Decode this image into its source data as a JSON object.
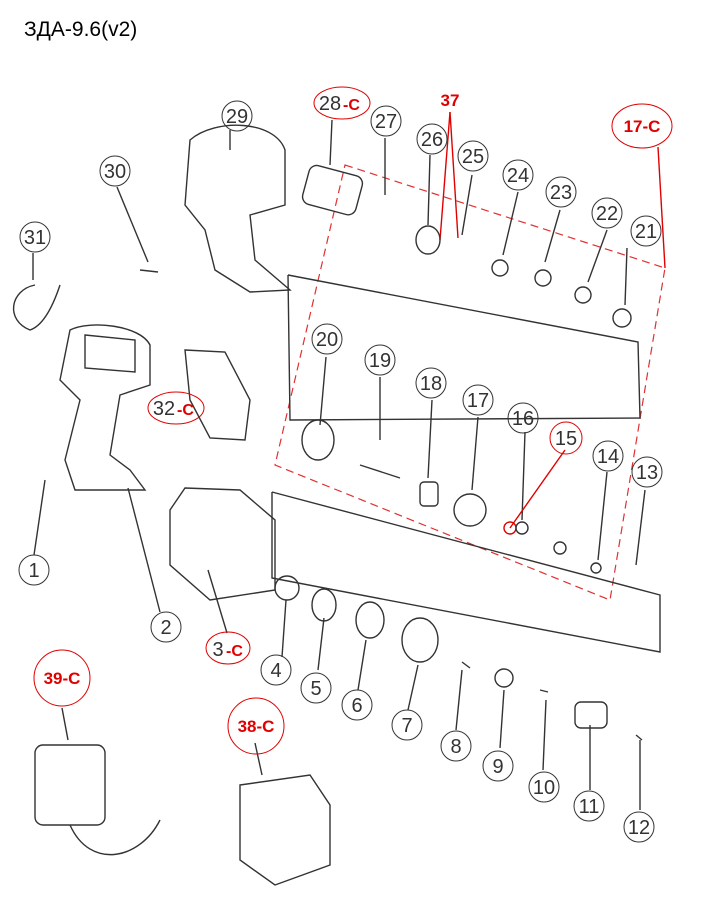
{
  "title": "ЗДА-9.6(v2)",
  "parts": {
    "p1": "1",
    "p2": "2",
    "p4": "4",
    "p5": "5",
    "p6": "6",
    "p7": "7",
    "p8": "8",
    "p9": "9",
    "p10": "10",
    "p11": "11",
    "p12": "12",
    "p13": "13",
    "p14": "14",
    "p16": "16",
    "p17": "17",
    "p18": "18",
    "p19": "19",
    "p20": "20",
    "p21": "21",
    "p22": "22",
    "p23": "23",
    "p24": "24",
    "p25": "25",
    "p26": "26",
    "p27": "27",
    "p29": "29",
    "p30": "30",
    "p31": "31"
  },
  "marked_parts": {
    "p3_num": "3",
    "p3_sfx": "-C",
    "p15": "15",
    "p17c": "17-C",
    "p28_num": "28",
    "p28_sfx": "-C",
    "p32_num": "32",
    "p32_sfx": "-C",
    "p37": "37",
    "p38c": "38-C",
    "p39c": "39-C"
  },
  "colors": {
    "line": "#333333",
    "highlight": "#e00000",
    "dash": "#e03030"
  }
}
